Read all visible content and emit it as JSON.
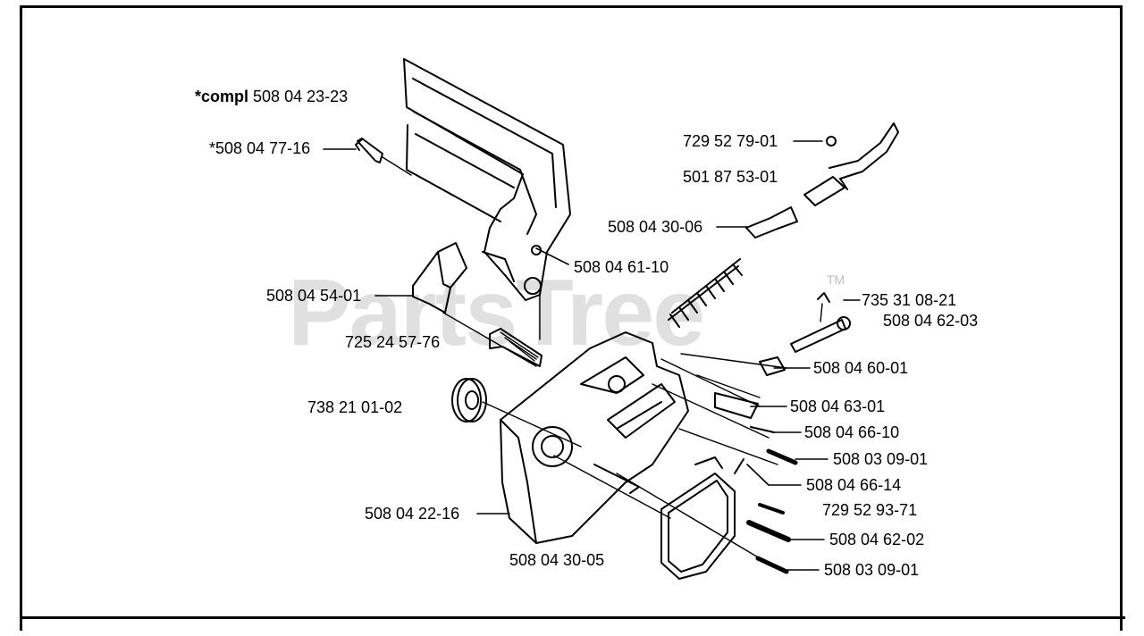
{
  "watermark": {
    "text": "PartsTree",
    "tm": "TM"
  },
  "assembly_label": {
    "bold": "*compl",
    "number": "508 04 23-23"
  },
  "parts": [
    {
      "id": "p1",
      "label": "*508 04 77-16"
    },
    {
      "id": "p2",
      "label": "729 52 79-01"
    },
    {
      "id": "p3",
      "label": "501 87 53-01"
    },
    {
      "id": "p4",
      "label": "508 04 30-06"
    },
    {
      "id": "p5",
      "label": "508 04 61-10"
    },
    {
      "id": "p6",
      "label": "508 04 54-01"
    },
    {
      "id": "p7",
      "label": "735 31 08-21"
    },
    {
      "id": "p8",
      "label": "508 04 62-03"
    },
    {
      "id": "p9",
      "label": "725 24 57-76"
    },
    {
      "id": "p10",
      "label": "508 04 60-01"
    },
    {
      "id": "p11",
      "label": "738 21 01-02"
    },
    {
      "id": "p12",
      "label": "508 04 63-01"
    },
    {
      "id": "p13",
      "label": "508 04 66-10"
    },
    {
      "id": "p14",
      "label": "508 03 09-01"
    },
    {
      "id": "p15",
      "label": "508 04 66-14"
    },
    {
      "id": "p16",
      "label": "729 52 93-71"
    },
    {
      "id": "p17",
      "label": "508 04 22-16"
    },
    {
      "id": "p18",
      "label": "508 04 62-02"
    },
    {
      "id": "p19",
      "label": "508 04 30-05"
    },
    {
      "id": "p20",
      "label": "508 03 09-01"
    }
  ]
}
